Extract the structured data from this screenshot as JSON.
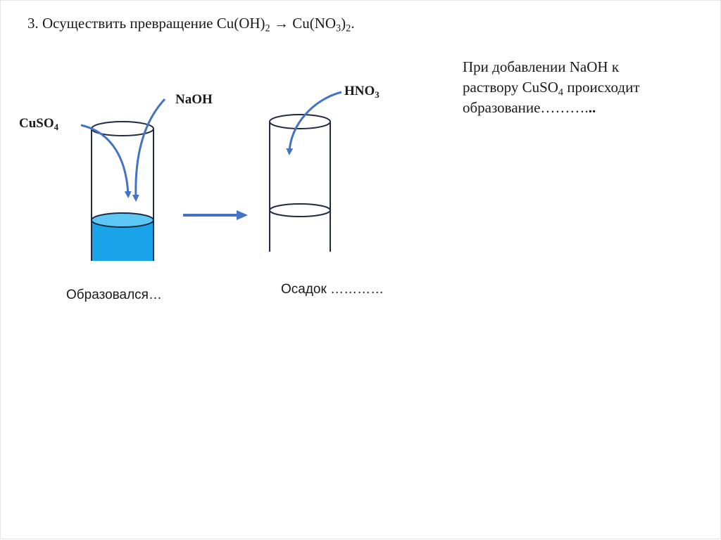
{
  "task": {
    "prefix": "3. Осуществить превращение  Cu(OH)",
    "sub1": "2",
    "arrow": " → Cu(NO",
    "sub2": "3",
    "mid": ")",
    "sub3": "2",
    "end": "."
  },
  "note": {
    "line1": "При добавлении NaOH к",
    "line2_pre": "раствору CuSO",
    "line2_sub": "4",
    "line2_post": " происходит",
    "line3": "образование……….",
    "line3_bold": ".."
  },
  "labels": {
    "cuso4_main": "CuSO",
    "cuso4_sub": "4",
    "naoh": "NaOH",
    "hno3_main": "HNO",
    "hno3_sub": "3"
  },
  "captions": {
    "left": "Образовался…",
    "right": "Осадок …………"
  },
  "colors": {
    "arrow": "#4472c4",
    "liquid": "#1aa3e8",
    "liquid_top": "#5ec8f5",
    "glass": "#1f2a44"
  }
}
